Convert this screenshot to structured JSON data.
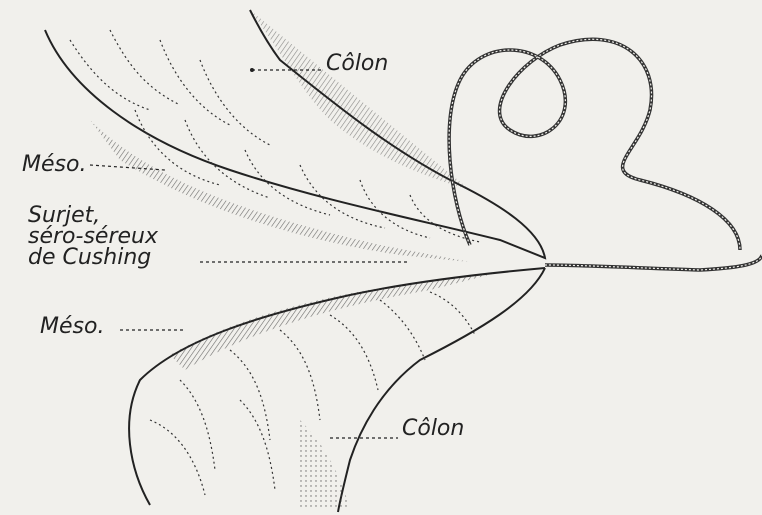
{
  "figure": {
    "labels": {
      "colon_top": "Côlon",
      "meso_top": "Méso.",
      "suture_line1": "Surjet,",
      "suture_line2": "séro-séreux",
      "suture_line3": "de Cushing",
      "meso_bottom": "Méso.",
      "colon_bottom": "Côlon"
    },
    "colors": {
      "paper": "#f1f0ec",
      "ink": "#222222"
    }
  }
}
